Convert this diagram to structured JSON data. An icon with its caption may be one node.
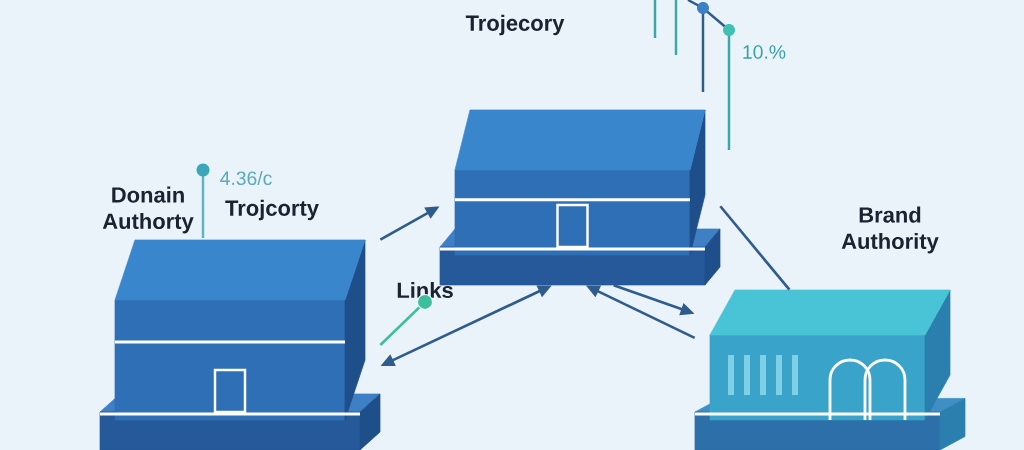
{
  "diagram": {
    "nodes": [
      {
        "text": [
          "Trojecory"
        ]
      },
      {
        "text": [
          "Donain Authorty"
        ]
      },
      {
        "text": [
          "Brand Authority"
        ]
      },
      {
        "text": [
          "Links"
        ]
      }
    ],
    "edges": [
      {
        "from": 1,
        "to": 0,
        "arrow": "both"
      },
      {
        "from": 1,
        "to": 0,
        "arrow": "to"
      },
      {
        "from": 0,
        "to": 2,
        "arrow": "to"
      },
      {
        "from": 2,
        "to": 0,
        "arrow": "to"
      },
      {
        "from": 0,
        "to": 2,
        "arrow": "none"
      },
      {
        "from": 3,
        "to": 1,
        "arrow": "other",
        "color": "#3dbf9f"
      }
    ],
    "labels": [
      "10.%",
      "4.36/c",
      "Trojcorty"
    ]
  }
}
